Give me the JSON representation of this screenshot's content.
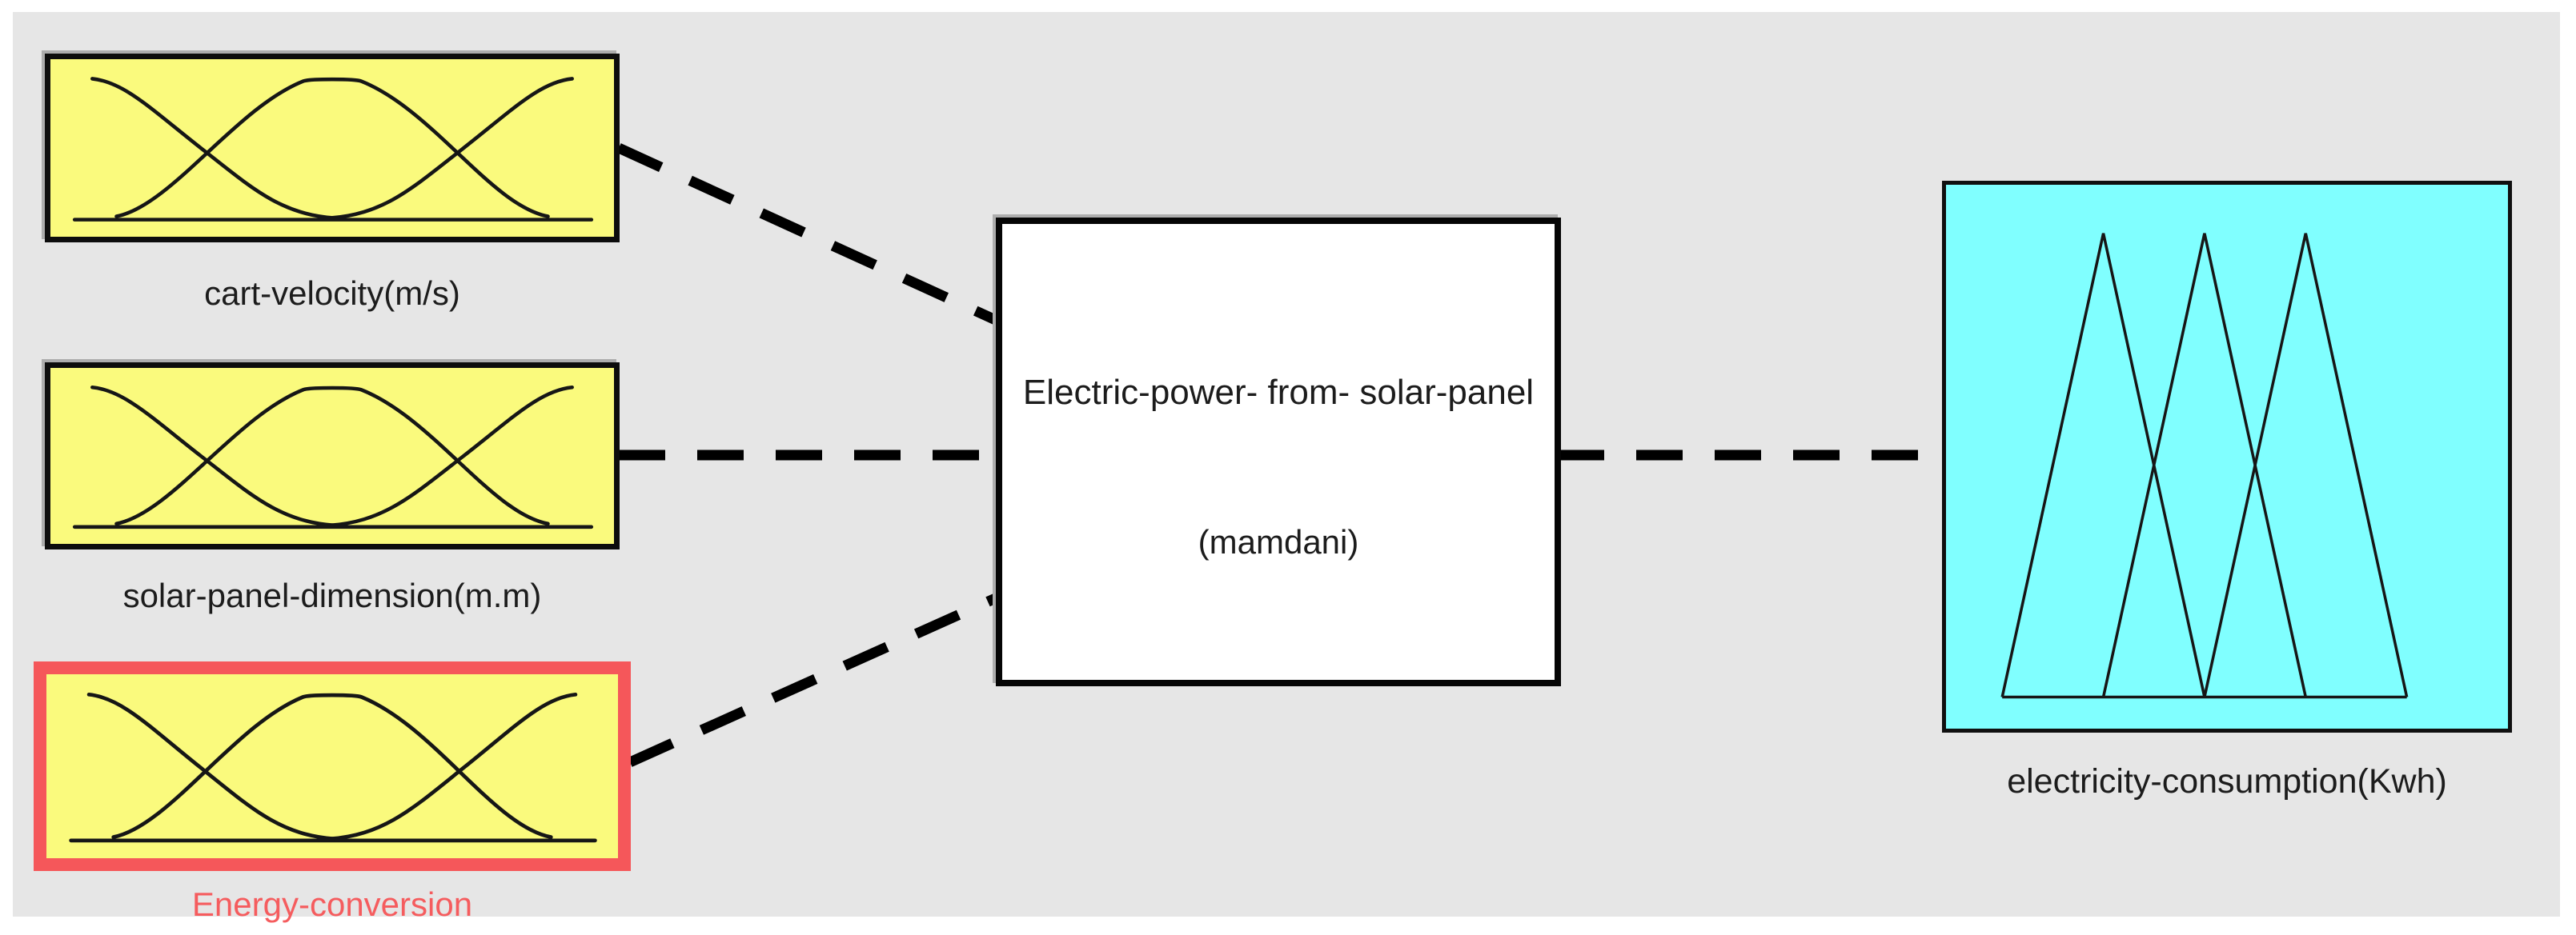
{
  "diagram": {
    "title_hint": "fuzzy-inference-system-structure",
    "fis_node": {
      "name": "Electric-power- from- solar-panel",
      "type_label": "(mamdani)",
      "fill": "#ffffff",
      "border_color": "#000000"
    },
    "input_nodes": [
      {
        "label": "cart-velocity(m/s)",
        "mf_shape": "gaussian-curves",
        "fill": "#fafa7d",
        "selected": false
      },
      {
        "label": "solar-panel-dimension(m.m)",
        "mf_shape": "gaussian-curves",
        "fill": "#fafa7d",
        "selected": false
      },
      {
        "label": "Energy-conversion",
        "mf_shape": "gaussian-curves",
        "fill": "#fafa7d",
        "selected": true
      }
    ],
    "output_nodes": [
      {
        "label": "electricity-consumption(Kwh)",
        "mf_shape": "triangular-curves",
        "fill": "#80ffff",
        "selected": false
      }
    ],
    "colors": {
      "background": "#e6e6e6",
      "selection_red": "#f5575a",
      "selected_label_red": "#f55c5e",
      "connector_black": "#000000",
      "input_yellow": "#fafa7d",
      "output_cyan": "#80ffff"
    }
  }
}
